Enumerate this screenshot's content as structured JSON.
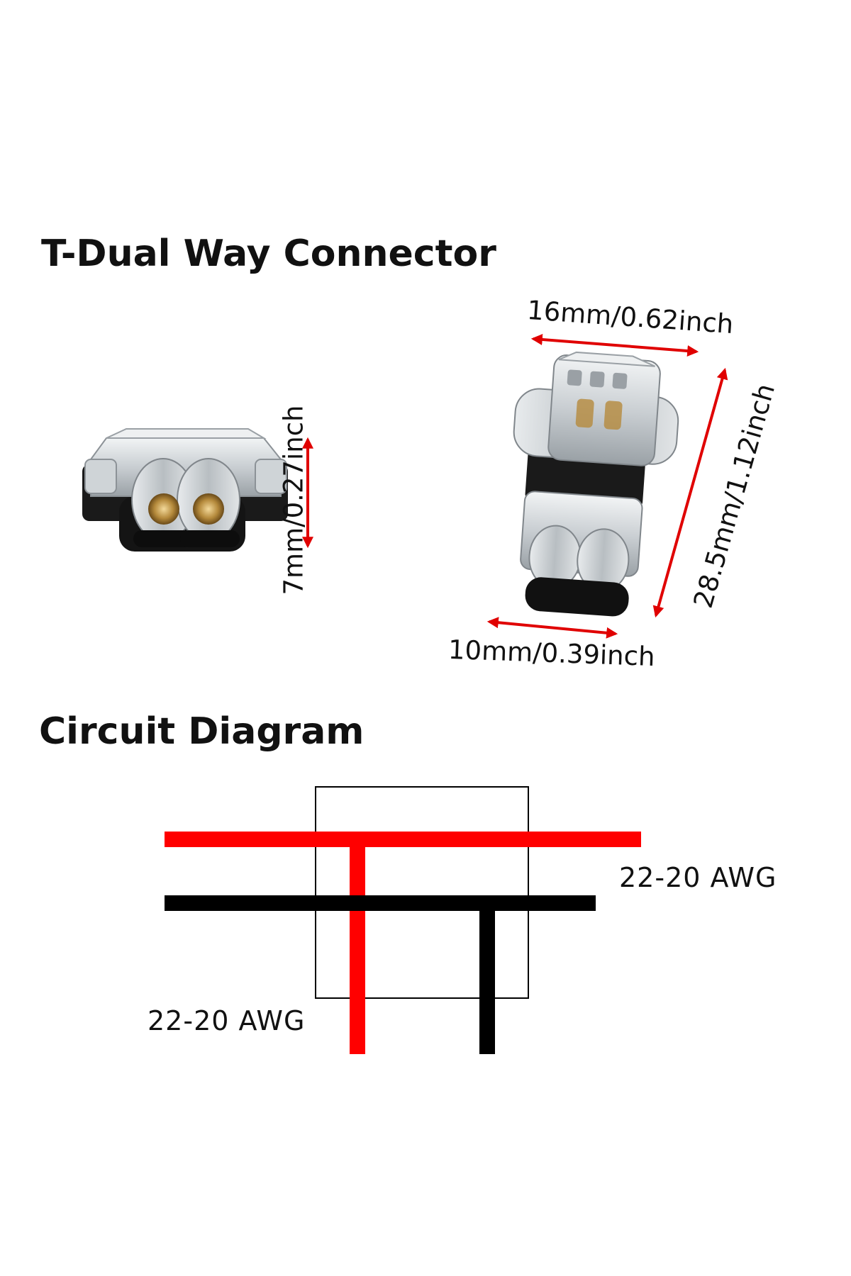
{
  "title": "T-Dual Way Connector",
  "dimensions": {
    "height_front": "7mm/0.27inch",
    "width_top": "16mm/0.62inch",
    "length": "28.5mm/1.12inch",
    "width_bottom": "10mm/0.39inch"
  },
  "circuit": {
    "title": "Circuit Diagram",
    "awg_right": "22-20 AWG",
    "awg_left": "22-20 AWG"
  },
  "colors": {
    "wire_red": "#ff0000",
    "wire_black": "#000000",
    "arrow": "#e00000",
    "connector_body": "#1a1a1a",
    "connector_clear": "#d9dde0",
    "contact_brass": "#b58a3c"
  },
  "icons": {
    "arrow": "double-headed-arrow"
  }
}
